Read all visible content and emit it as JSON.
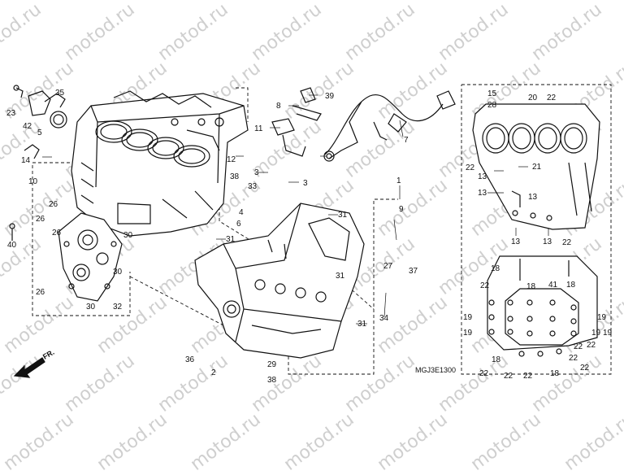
{
  "watermark": "motod.ru",
  "diagram_code": "MGJ3E1300",
  "front_marker": "FR.",
  "callouts": {
    "c1": "1",
    "c2": "2",
    "c3a": "3",
    "c3b": "3",
    "c4": "4",
    "c5": "5",
    "c6": "6",
    "c7": "7",
    "c8": "8",
    "c9": "9",
    "c10": "10",
    "c11": "11",
    "c12": "12",
    "c13a": "13",
    "c13b": "13",
    "c13c": "13",
    "c13d": "13",
    "c13e": "13",
    "c14": "14",
    "c15": "15",
    "c18a": "18",
    "c18b": "18",
    "c18c": "18",
    "c18d": "18",
    "c18e": "18",
    "c19a": "19",
    "c19b": "19",
    "c19c": "19",
    "c19d": "19",
    "c19e": "19",
    "c20": "20",
    "c21": "21",
    "c22a": "22",
    "c22b": "22",
    "c22c": "22",
    "c22d": "22",
    "c22e": "22",
    "c22f": "22",
    "c22g": "22",
    "c22h": "22",
    "c22i": "22",
    "c22j": "22",
    "c22k": "22",
    "c23": "23",
    "c26a": "26",
    "c26b": "26",
    "c26c": "26",
    "c26d": "26",
    "c27": "27",
    "c28": "28",
    "c29": "29",
    "c30a": "30",
    "c30b": "30",
    "c30c": "30",
    "c31a": "31",
    "c31b": "31",
    "c31c": "31",
    "c31d": "31",
    "c32": "32",
    "c33": "33",
    "c34": "34",
    "c35": "35",
    "c36": "36",
    "c37": "37",
    "c38a": "38",
    "c38b": "38",
    "c39": "39",
    "c40": "40",
    "c41": "41",
    "c42": "42"
  },
  "colors": {
    "line": "#111111",
    "dash": "#222222",
    "watermark": "#cfcfcf",
    "fill": "#ffffff"
  }
}
